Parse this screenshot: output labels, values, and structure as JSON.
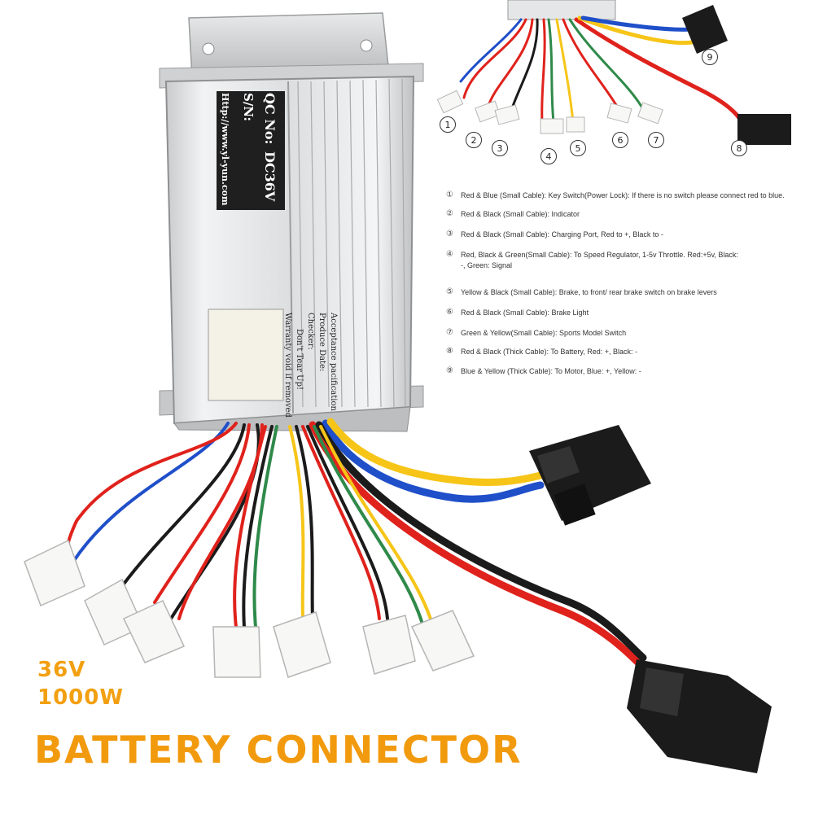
{
  "controller": {
    "qc_label": "QC No:",
    "voltage_label": "DC36V",
    "sn_label": "S/N:",
    "website": "Http://www.yl-yun.com",
    "acceptance_lines": [
      "Acceptance pacification",
      "Produce Date:",
      "Checker:",
      "Don't Tear Up!",
      "Warranty void if removed"
    ]
  },
  "diagram": {
    "callout_numbers": [
      "1",
      "2",
      "3",
      "4",
      "5",
      "6",
      "7",
      "8",
      "9"
    ]
  },
  "legend": [
    {
      "num": "①",
      "text": "Red & Blue (Small Cable): Key Switch(Power Lock): If there is no switch please connect red to blue."
    },
    {
      "num": "②",
      "text": "Red & Black (Small Cable): Indicator"
    },
    {
      "num": "③",
      "text": "Red & Black (Small Cable): Charging Port, Red to +, Black to -"
    },
    {
      "num": "④",
      "text": "Red, Black & Green(Small Cable): To Speed Regulator, 1-5v Throttle. Red:+5v, Black: -, Green: Signal"
    },
    {
      "num": "⑤",
      "text": "Yellow & Black (Small Cable): Brake, to front/ rear brake switch on brake levers"
    },
    {
      "num": "⑥",
      "text": "Red & Black (Small Cable): Brake Light"
    },
    {
      "num": "⑦",
      "text": "Green & Yellow(Small Cable): Sports Model Switch"
    },
    {
      "num": "⑧",
      "text": "Red & Black (Thick Cable): To Battery, Red: +, Black: -"
    },
    {
      "num": "⑨",
      "text": "Blue & Yellow (Thick Cable): To Motor, Blue: +, Yellow: -"
    }
  ],
  "specs": {
    "voltage": "36V",
    "power": "1000W"
  },
  "headline": "BATTERY CONNECTOR",
  "colors": {
    "accent_orange": "#f29a0e",
    "wire_red": "#e0221c",
    "wire_blue": "#1f4fc9",
    "wire_yellow": "#f6c518",
    "wire_green": "#2f8a4a",
    "wire_black": "#1b1b1b",
    "housing_silver": "#d9dbdd"
  }
}
